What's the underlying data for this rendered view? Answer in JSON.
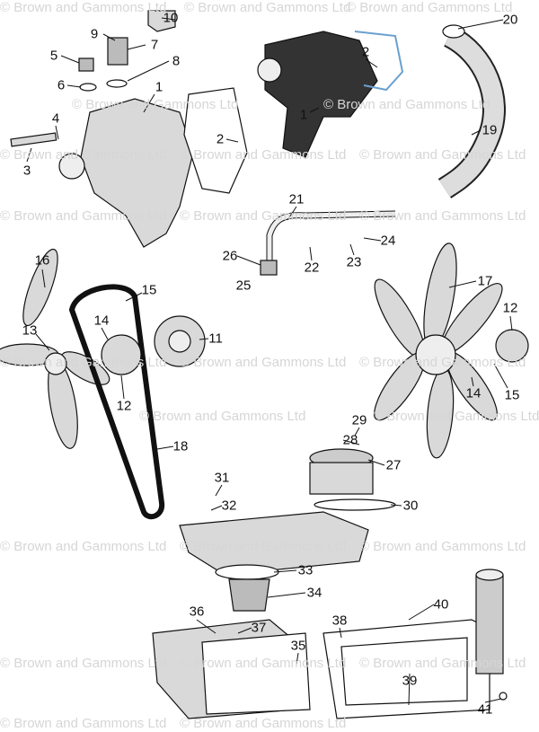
{
  "watermark": "© Brown and Gammons Ltd",
  "callouts": {
    "c1": "1",
    "c2": "2",
    "c3": "3",
    "c4": "4",
    "c5": "5",
    "c6": "6",
    "c7": "7",
    "c8": "8",
    "c9": "9",
    "c10": "10",
    "c11": "11",
    "c12": "12",
    "c13": "13",
    "c14": "14",
    "c15": "15",
    "c16": "16",
    "c17": "17",
    "c18": "18",
    "c19": "19",
    "c20": "20",
    "c21": "21",
    "c22": "22",
    "c23": "23",
    "c24": "24",
    "c25": "25",
    "c26": "26",
    "c27": "27",
    "c28": "28",
    "c29": "29",
    "c30": "30",
    "c31": "31",
    "c32": "32",
    "c33": "33",
    "c34": "34",
    "c35": "35",
    "c36": "36",
    "c37": "37",
    "c38": "38",
    "c39": "39",
    "c40": "40",
    "c41": "41"
  },
  "colors": {
    "line": "#111111",
    "part": "#cfcfcf",
    "dark": "#333333",
    "watermark": "#d6d6d6"
  }
}
